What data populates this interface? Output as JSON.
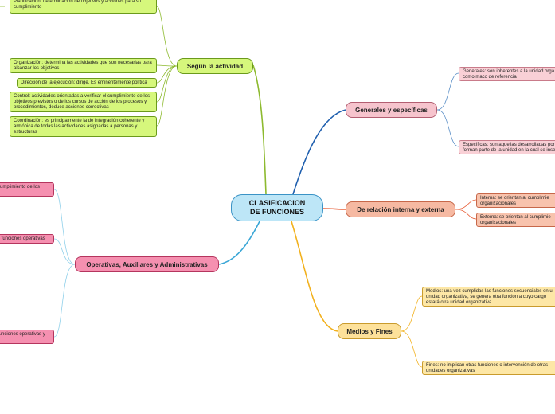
{
  "center": {
    "label": "CLASIFICACION\nDE FUNCIONES"
  },
  "branches": {
    "segun_actividad": {
      "label": "Según la actividad",
      "color": "#8dba2f",
      "leaves": [
        "Planificación: determinación de objetivos y acciones para su cumplimiento",
        "Organización: determina las actividades que son necesarias para alcanzar los objetivos",
        "Dirección de la ejecución: dirige. Es eminentemente política",
        "Control: actividades orientadas a verificar el cumplimiento de los objetivos previstos o de los cursos de acción de los procesos y procedimientos, deduce acciones correctivas",
        "Coordinación: es principalmente la de integración coherente y armónica de todas las actividades asignadas a personas y estructuras"
      ]
    },
    "generales_especificas": {
      "label": "Generales y específicas",
      "color": "#1f5fae",
      "leaves": [
        "Generales: son inherentes a la unidad orga como maco de referencia",
        "Específicas: son aquellas desarrolladas por forman parte de la unidad en la cual se inse"
      ]
    },
    "relacion": {
      "label": "De relación interna y externa",
      "color": "#e8623c",
      "leaves": [
        "Interna: se orientan al cumplimie organizacionales",
        "Externa: se orientan al cumplimie organizacionales"
      ]
    },
    "medios_fines": {
      "label": "Medios y Fines",
      "color": "#f2b11e",
      "leaves": [
        "Medios: una vez cumplidas las funciones secuenciales en u unidad organizativa, se genera otra función a cuyo cargo estará otra unidad organizativa",
        "Fines: no implican otras funciones o intervención de otras unidades organizativas"
      ]
    },
    "operativas": {
      "label": "Operativas, Auxiliares y Administrativas",
      "color": "#39a6d6",
      "leaves": [
        "cumplimiento de los",
        "s funciones operativas",
        "funciones operativas y"
      ]
    }
  }
}
